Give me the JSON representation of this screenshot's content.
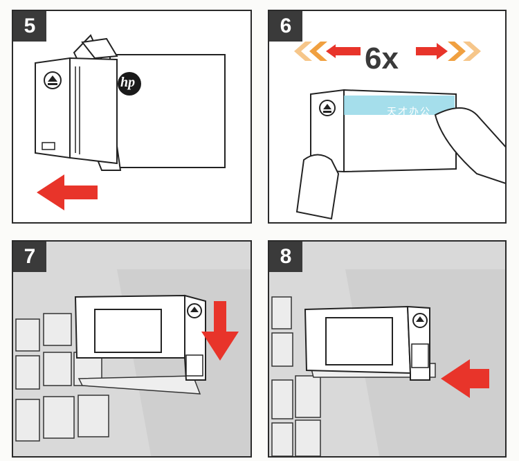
{
  "steps": [
    {
      "number": "5"
    },
    {
      "number": "6",
      "shake_label": "6x",
      "watermark": "天才办公"
    },
    {
      "number": "7"
    },
    {
      "number": "8"
    }
  ],
  "brand": {
    "logo_text": "hp"
  },
  "colors": {
    "arrow_red": "#e8342a",
    "arrow_orange": "#f0a040",
    "panel_gray": "#d6d6d6",
    "step_badge": "#3a3a3a",
    "watermark_blue": "#8fd6e6"
  },
  "icons": [
    "eject-icon",
    "arrow-left-icon",
    "arrow-right-icon",
    "arrow-down-icon"
  ]
}
